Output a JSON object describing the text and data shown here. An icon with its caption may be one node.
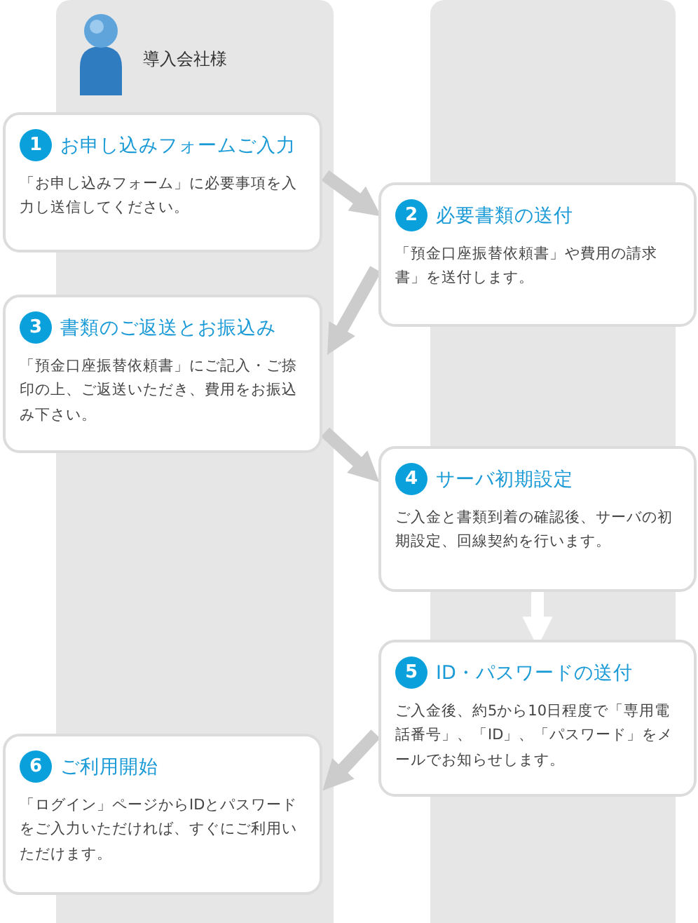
{
  "diagram": {
    "nodes": [
      {
        "text": [
          "導入会社様"
        ]
      },
      {
        "text": [
          "1",
          "お申し込みフォームご入力",
          "「お申し込みフォーム」に必要事項を入力し送信してください。"
        ]
      },
      {
        "text": [
          "2",
          "必要書類の送付",
          "「預金口座振替依頼書」や費用の請求書」を送付します。"
        ]
      },
      {
        "text": [
          "3",
          "書類のご返送とお振込み",
          "「預金口座振替依頼書」にご記入・ご捺印の上、ご返送いただき、費用をお振込み下さい。"
        ]
      },
      {
        "text": [
          "4",
          "サーバ初期設定",
          "ご入金と書類到着の確認後、サーバの初期設定、回線契約を行います。"
        ]
      },
      {
        "text": [
          "5",
          "ID・パスワードの送付",
          "ご入金後、約5から10日程度で「専用電話番号」、「ID」、「パスワード」をメールでお知らせします。"
        ]
      },
      {
        "text": [
          "6",
          "ご利用開始",
          "「ログイン」ページからIDとパスワードをご入力いただければ、すぐにご利用いただけます。"
        ]
      }
    ],
    "edges": [
      {
        "from": 1,
        "to": 2,
        "arrow": "to"
      },
      {
        "from": 2,
        "to": 3,
        "arrow": "to"
      },
      {
        "from": 3,
        "to": 4,
        "arrow": "to"
      },
      {
        "from": 4,
        "to": 5,
        "arrow": "to",
        "color": "#ffffff"
      },
      {
        "from": 5,
        "to": 6,
        "arrow": "to"
      }
    ]
  }
}
